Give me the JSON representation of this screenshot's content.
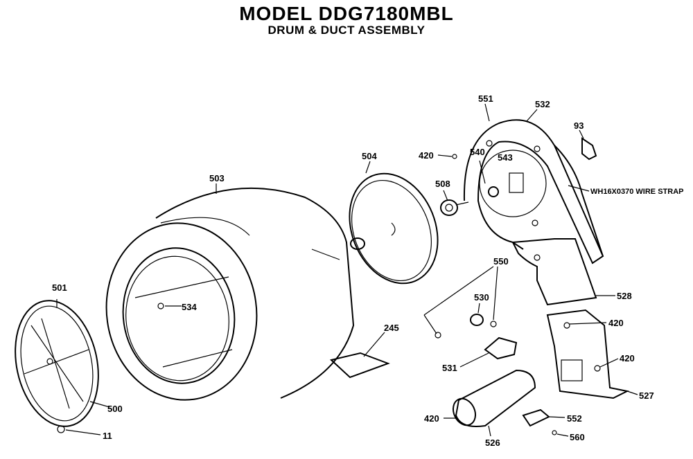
{
  "header": {
    "model": "MODEL DDG7180MBL",
    "subtitle": "DRUM & DUCT ASSEMBLY"
  },
  "callouts": {
    "p501": "501",
    "p500": "500",
    "p11": "11",
    "p503": "503",
    "p534": "534",
    "p504": "504",
    "p508": "508",
    "p420a": "420",
    "p551": "551",
    "p532": "532",
    "p93": "93",
    "p540": "540",
    "p543": "543",
    "p528": "528",
    "p550": "550",
    "p530": "530",
    "p245": "245",
    "p531": "531",
    "p420b": "420",
    "p420c": "420",
    "p527": "527",
    "p420d": "420",
    "p526": "526",
    "p552": "552",
    "p560": "560",
    "wire_strap": "WH16X0370 WIRE STRAP"
  }
}
